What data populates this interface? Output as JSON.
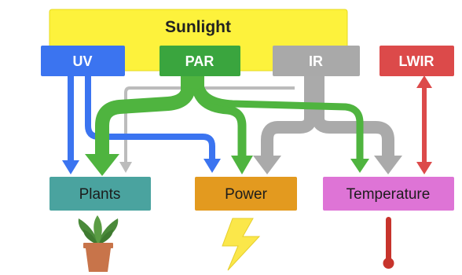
{
  "source": {
    "label": "Sunlight",
    "fill": "#fdf23c",
    "stroke": "#e6da20"
  },
  "bands": [
    {
      "id": "uv",
      "label": "UV",
      "color": "#3b74f0"
    },
    {
      "id": "par",
      "label": "PAR",
      "color": "#3aa53e"
    },
    {
      "id": "ir",
      "label": "IR",
      "color": "#a9a9a9"
    },
    {
      "id": "lwir",
      "label": "LWIR",
      "color": "#dc4a4a"
    }
  ],
  "targets": [
    {
      "id": "plants",
      "label": "Plants",
      "color": "#4aa39f"
    },
    {
      "id": "power",
      "label": "Power",
      "color": "#e39a1f"
    },
    {
      "id": "temperature",
      "label": "Temperature",
      "color": "#de74d6"
    }
  ],
  "flow_colors": {
    "uv": "#3b74f0",
    "par": "#4fb43f",
    "ir": "#aaaaaa",
    "lwir": "#dc4a4a"
  },
  "icons": [
    {
      "name": "potted-plant-icon"
    },
    {
      "name": "lightning-bolt-icon"
    },
    {
      "name": "thermometer-icon"
    }
  ]
}
